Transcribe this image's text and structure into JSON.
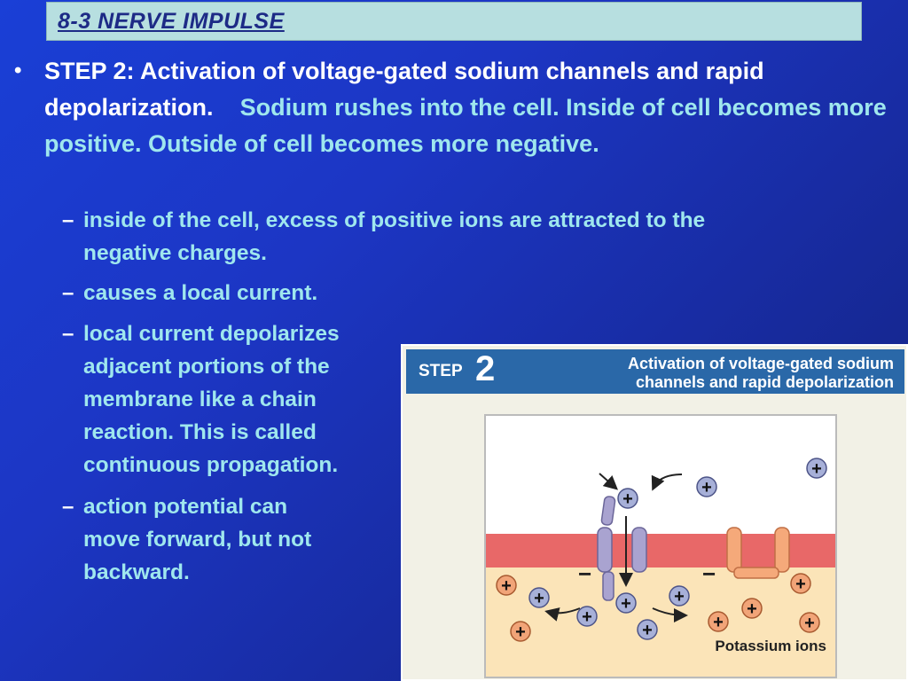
{
  "slide": {
    "title": "8-3 NERVE IMPULSE",
    "main_bullet": {
      "lead": "STEP 2: Activation of voltage-gated sodium channels and rapid depolarization.",
      "rest": "Sodium rushes into the cell.  Inside of cell becomes more positive.  Outside of cell becomes more negative."
    },
    "sub_bullets": [
      {
        "lines": [
          "inside of the cell, excess of positive ions are attracted to the",
          "negative charges."
        ]
      },
      {
        "lines": [
          "causes a local current."
        ]
      },
      {
        "lines": [
          "local current depolarizes",
          "adjacent portions of the",
          "membrane like a chain",
          "reaction.  This is called",
          "continuous propagation."
        ]
      },
      {
        "lines": [
          "action potential can",
          "move forward, but not",
          "backward."
        ]
      }
    ],
    "bullet_symbol": "•",
    "dash_symbol": "–"
  },
  "figure": {
    "step_label": "STEP",
    "step_number": "2",
    "title_line1": "Activation of voltage-gated sodium",
    "title_line2": "channels and rapid depolarization",
    "potassium_label": "Potassium ions",
    "minus_sign": "−",
    "plus_sign": "+",
    "colors": {
      "membrane": "#e86868",
      "intracellular": "#fbe4b8",
      "extracellular": "#ffffff",
      "sodium_channel": "#a9a3d0",
      "potassium_channel": "#f5a97a",
      "sodium_ion": "#a7b0d8",
      "potassium_ion": "#f1a478"
    }
  }
}
